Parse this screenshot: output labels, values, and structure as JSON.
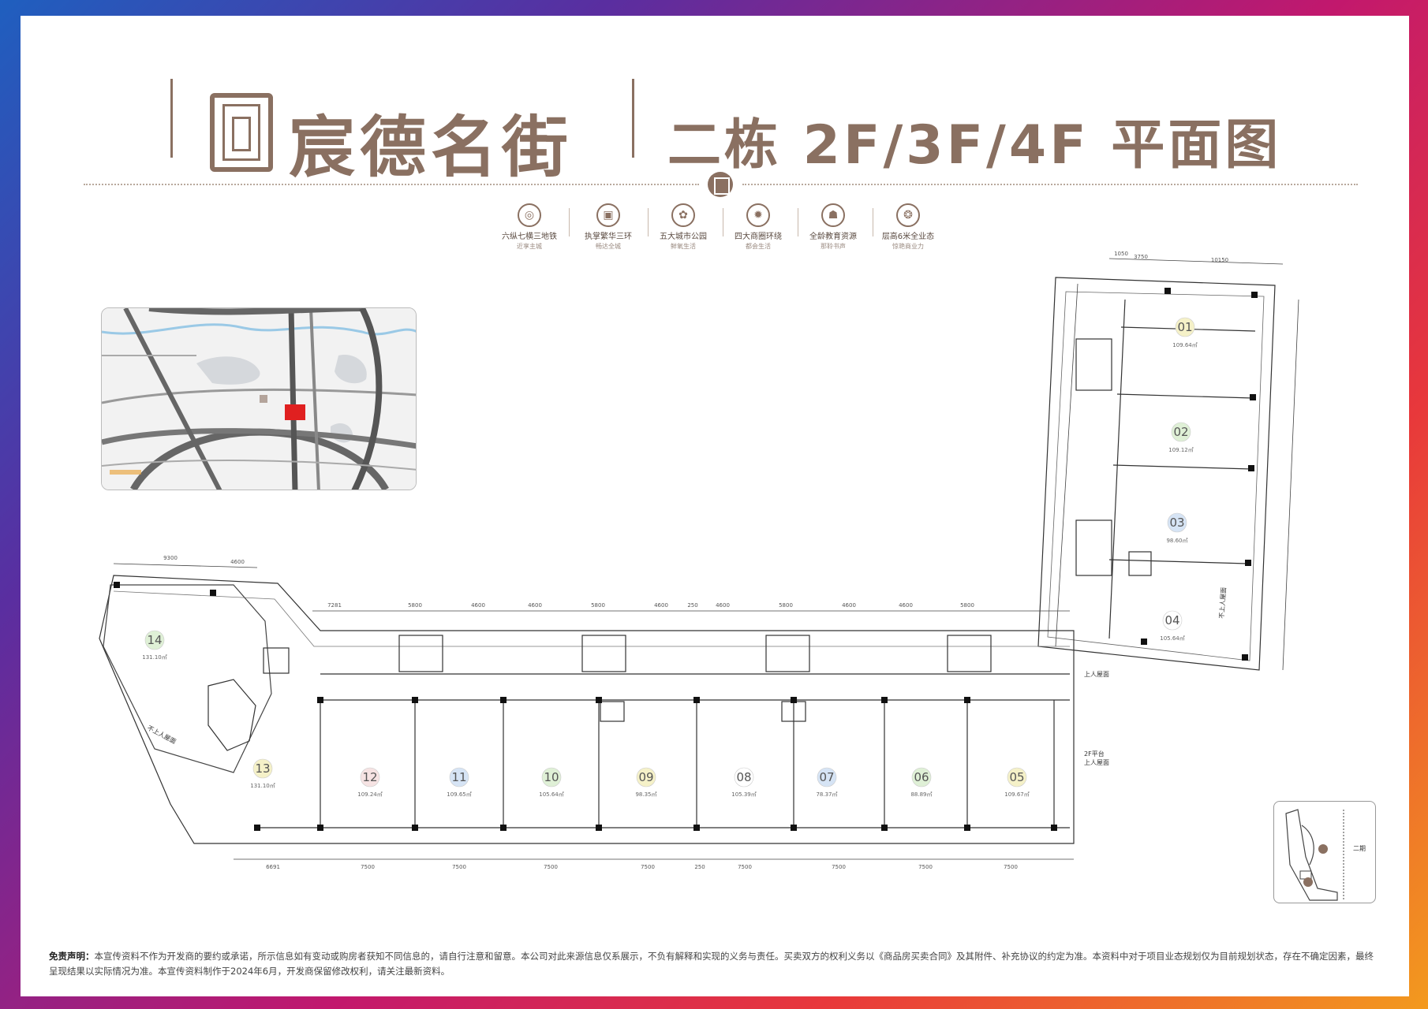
{
  "header": {
    "brand": "宸德名街",
    "plan_title": "二栋 2F/3F/4F 平面图"
  },
  "features": [
    {
      "icon": "metro-icon",
      "main": "六纵七横三地铁",
      "sub": "近享主城"
    },
    {
      "icon": "train-icon",
      "main": "执掌繁华三环",
      "sub": "畅达全城"
    },
    {
      "icon": "park-icon",
      "main": "五大城市公园",
      "sub": "鲜氧生活"
    },
    {
      "icon": "business-icon",
      "main": "四大商圈环绕",
      "sub": "都会生活"
    },
    {
      "icon": "education-icon",
      "main": "全龄教育资源",
      "sub": "那聆书声"
    },
    {
      "icon": "building-icon",
      "main": "层高6米全业态",
      "sub": "惊艳商业力"
    }
  ],
  "units": [
    {
      "id": "01",
      "area": "109.64㎡",
      "color": "#f5f1c8"
    },
    {
      "id": "02",
      "area": "109.12㎡",
      "color": "#dff0d6"
    },
    {
      "id": "03",
      "area": "98.60㎡",
      "color": "#d6e4f5"
    },
    {
      "id": "04",
      "area": "105.64㎡",
      "color": "#ffffff"
    },
    {
      "id": "05",
      "area": "109.67㎡",
      "color": "#f5f1c8"
    },
    {
      "id": "06",
      "area": "88.89㎡",
      "color": "#dff0d6"
    },
    {
      "id": "07",
      "area": "78.37㎡",
      "color": "#d6e4f5"
    },
    {
      "id": "08",
      "area": "105.39㎡",
      "color": "#ffffff"
    },
    {
      "id": "09",
      "area": "98.35㎡",
      "color": "#f5f1c8"
    },
    {
      "id": "10",
      "area": "105.64㎡",
      "color": "#dff0d6"
    },
    {
      "id": "11",
      "area": "109.65㎡",
      "color": "#d6e4f5"
    },
    {
      "id": "12",
      "area": "109.24㎡",
      "color": "#f6e3e3"
    },
    {
      "id": "13",
      "area": "131.10㎡",
      "color": "#f5f1c8"
    },
    {
      "id": "14",
      "area": "131.10㎡",
      "color": "#dff0d6"
    }
  ],
  "dimensions": {
    "bottom": [
      "6691",
      "7500",
      "7500",
      "7500",
      "7500",
      "250",
      "7500",
      "7500",
      "7500",
      "7500"
    ],
    "top": [
      "7281",
      "5800",
      "4600",
      "4600",
      "5800",
      "4600",
      "250",
      "4600",
      "5800",
      "4600",
      "4600",
      "5800"
    ],
    "left_top": [
      "9300",
      "4600"
    ],
    "right_top": [
      "1050",
      "3750",
      "10150"
    ]
  },
  "notes": {
    "no_access": "不上人屋面",
    "platform": "2F平台",
    "roof": "上人屋面"
  },
  "disclaimer": {
    "label": "免责声明：",
    "text": "本宣传资料不作为开发商的要约或承诺，所示信息如有变动或购房者获知不同信息的，请自行注意和留意。本公司对此来源信息仅系展示，不负有解释和实现的义务与责任。买卖双方的权利义务以《商品房买卖合同》及其附件、补充协议的约定为准。本资料中对于项目业态规划仅为目前规划状态，存在不确定因素，最终呈现结果以实际情况为准。本宣传资料制作于2024年6月，开发商保留修改权利，请关注最新资料。"
  },
  "keymap": {
    "label": "二期"
  },
  "colors": {
    "brand": "#8a7061",
    "accent_red": "#e02020"
  }
}
